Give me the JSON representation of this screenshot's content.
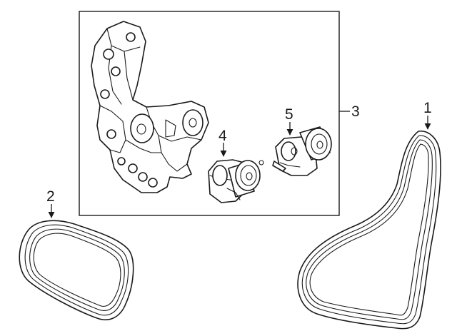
{
  "diagram": {
    "callouts": [
      {
        "id": "1",
        "label": "1"
      },
      {
        "id": "2",
        "label": "2"
      },
      {
        "id": "3",
        "label": "3"
      },
      {
        "id": "4",
        "label": "4"
      },
      {
        "id": "5",
        "label": "5"
      }
    ],
    "colors": {
      "line": "#1a1a1a",
      "background": "#ffffff"
    }
  }
}
